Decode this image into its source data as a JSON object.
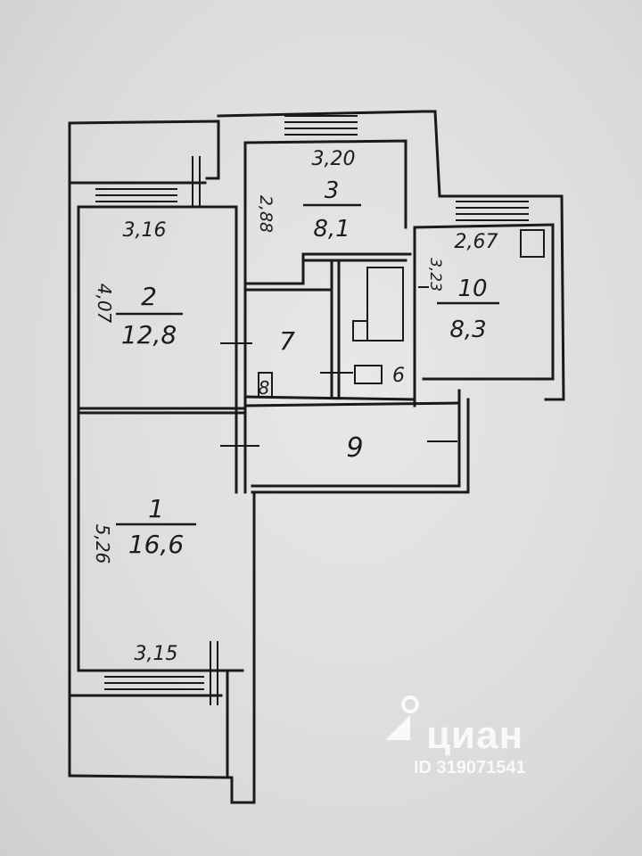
{
  "rooms": [
    {
      "number": "1",
      "area": "16,6"
    },
    {
      "number": "2",
      "area": "12,8"
    },
    {
      "number": "3",
      "area": "8,1"
    },
    {
      "number": "7",
      "area": ""
    },
    {
      "number": "8",
      "area": ""
    },
    {
      "number": "6",
      "area": ""
    },
    {
      "number": "9",
      "area": ""
    },
    {
      "number": "10",
      "area": "8,3"
    }
  ],
  "dimensions": {
    "room1_height": "5,26",
    "room1_width": "3,15",
    "room2_width": "3,16",
    "room2_height": "4,07",
    "room3_width": "3,20",
    "room3_height": "2,88",
    "room10_width": "2,67",
    "room10_height": "3,23"
  },
  "watermark": {
    "brand": "циан",
    "id_text": "ID 319071541"
  }
}
